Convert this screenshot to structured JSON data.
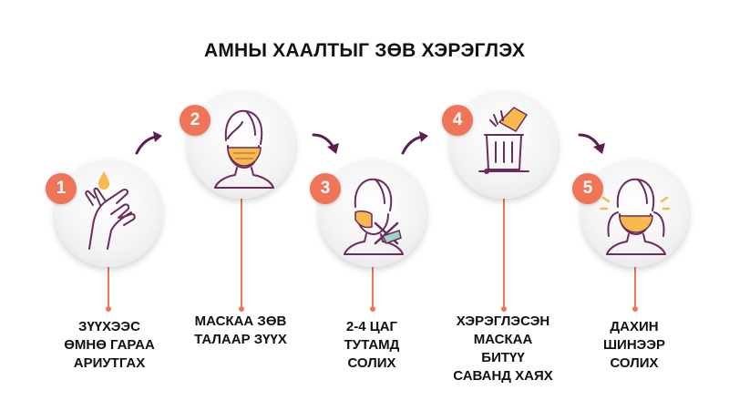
{
  "title": "АМНЫ ХААЛТЫГ ЗӨВ ХЭРЭГЛЭХ",
  "colors": {
    "accent": "#ef7458",
    "line_art": "#6b2b5e",
    "mask": "#f7b94b",
    "arrow": "#5a1f50"
  },
  "steps": [
    {
      "number": "1",
      "icon": "hand-wash-icon",
      "label_lines": [
        "ЗҮҮХЭЭС",
        "ӨМНӨ ГАРАА",
        "АРИУТГАХ"
      ]
    },
    {
      "number": "2",
      "icon": "woman-mask-icon",
      "label_lines": [
        "МАСКАА ЗӨВ",
        "ТАЛААР ЗҮҮХ"
      ]
    },
    {
      "number": "3",
      "icon": "replace-mask-icon",
      "label_lines": [
        "2-4 ЦАГ",
        "ТУТАМД",
        "СОЛИХ"
      ]
    },
    {
      "number": "4",
      "icon": "trash-bin-icon",
      "label_lines": [
        "ХЭРЭГЛЭСЭН",
        "МАСКАА",
        "БИТҮҮ",
        "САВАНД ХАЯХ"
      ]
    },
    {
      "number": "5",
      "icon": "new-mask-icon",
      "label_lines": [
        "ДАХИН",
        "ШИНЭЭР",
        "СОЛИХ"
      ]
    }
  ]
}
